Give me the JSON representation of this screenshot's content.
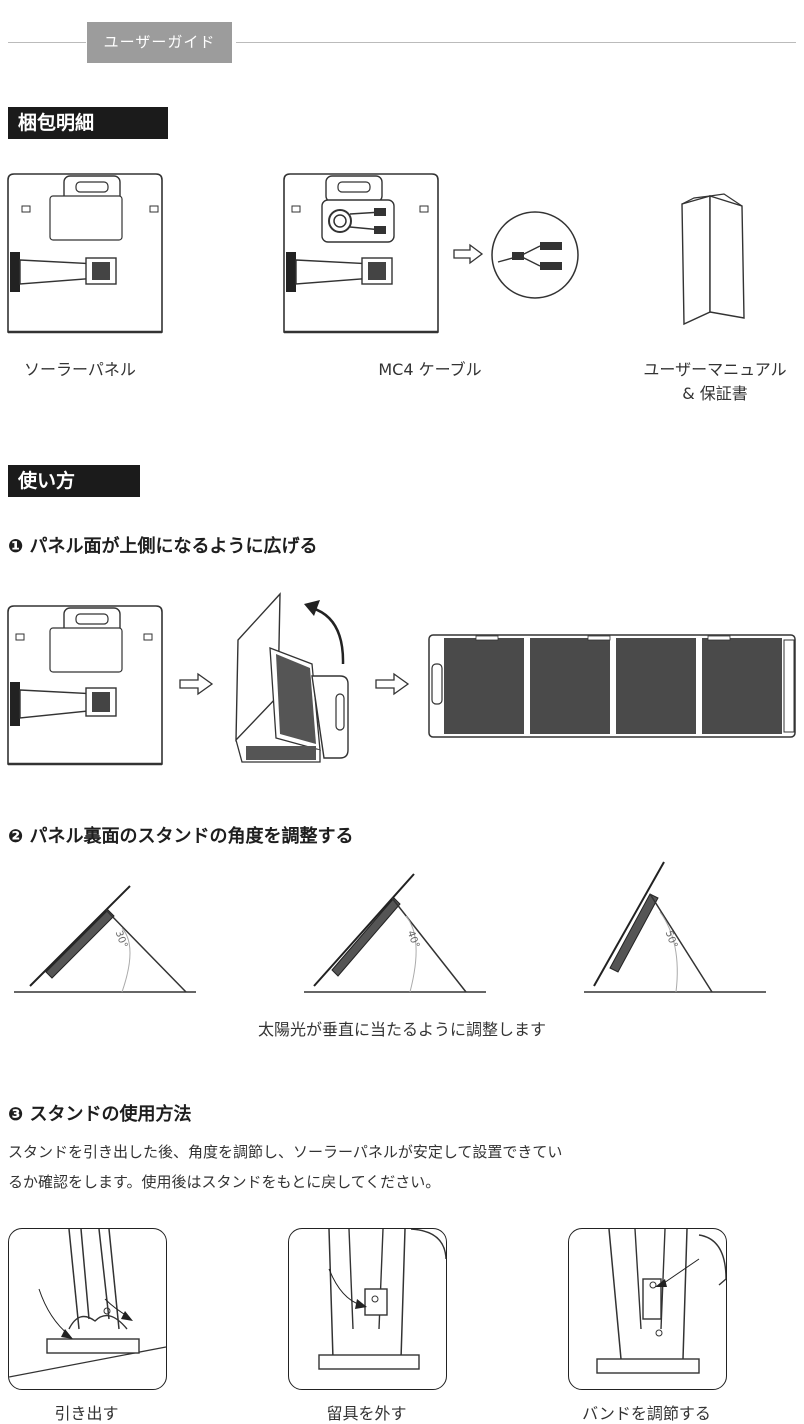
{
  "header": {
    "badge": "ユーザーガイド"
  },
  "packing": {
    "heading": "梱包明細",
    "items": [
      {
        "label": "ソーラーパネル"
      },
      {
        "label": "MC4 ケーブル"
      },
      {
        "label_line1": "ユーザーマニュアル",
        "label_line2": "& 保証書"
      }
    ]
  },
  "usage": {
    "heading": "使い方",
    "step1": {
      "title": "❶ パネル面が上側になるように広げる"
    },
    "step2": {
      "title": "❷ パネル裏面のスタンドの角度を調整する",
      "angles": [
        "30°",
        "40°",
        "50°"
      ],
      "caption": "太陽光が垂直に当たるように調整します"
    },
    "step3": {
      "title": "❸ スタンドの使用方法",
      "para_line1": "スタンドを引き出した後、角度を調節し、ソーラーパネルが安定して設置できてい",
      "para_line2": "るか確認をします。使用後はスタンドをもとに戻してください。",
      "captions": [
        "引き出す",
        "留具を外す",
        "バンドを調節する"
      ]
    }
  }
}
